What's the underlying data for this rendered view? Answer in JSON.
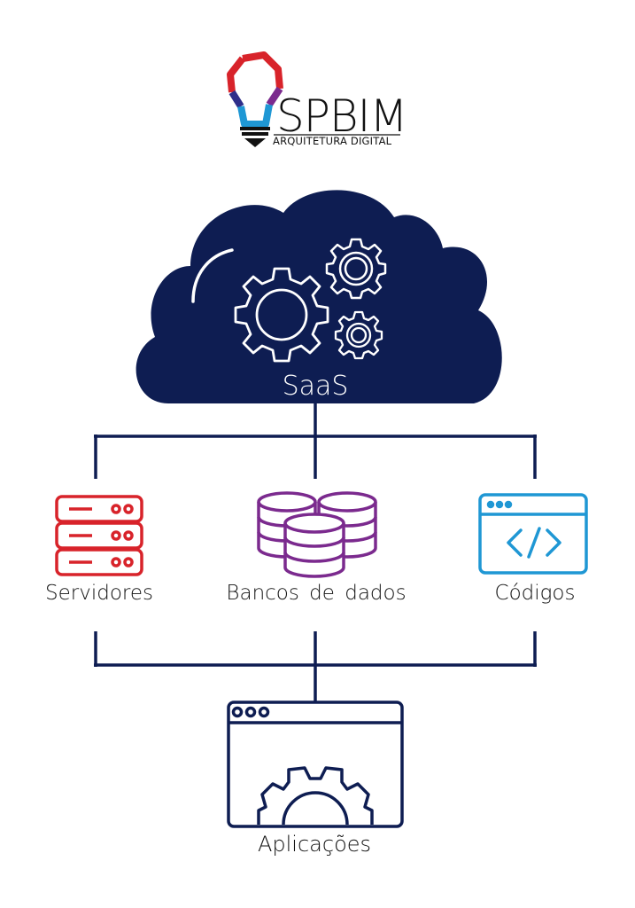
{
  "logo": {
    "brand_text": "SPBIM",
    "tagline": "ARQUITETURA DIGITAL",
    "icon": "lightbulb-logo-icon"
  },
  "cloud": {
    "label": "SaaS",
    "icon": "gears-cloud-icon",
    "color": "#0e1d52"
  },
  "nodes": [
    {
      "label": "Servidores",
      "icon": "server-stack-icon",
      "color": "#d8232a"
    },
    {
      "label": "Bancos de dados",
      "icon": "database-icon",
      "color": "#7b2a8e"
    },
    {
      "label": "Códigos",
      "icon": "code-window-icon",
      "color": "#1f97d4"
    }
  ],
  "output": {
    "label": "Aplicações",
    "icon": "application-gear-window-icon",
    "color": "#0e1d52"
  },
  "connector_color": "#0e1d52"
}
